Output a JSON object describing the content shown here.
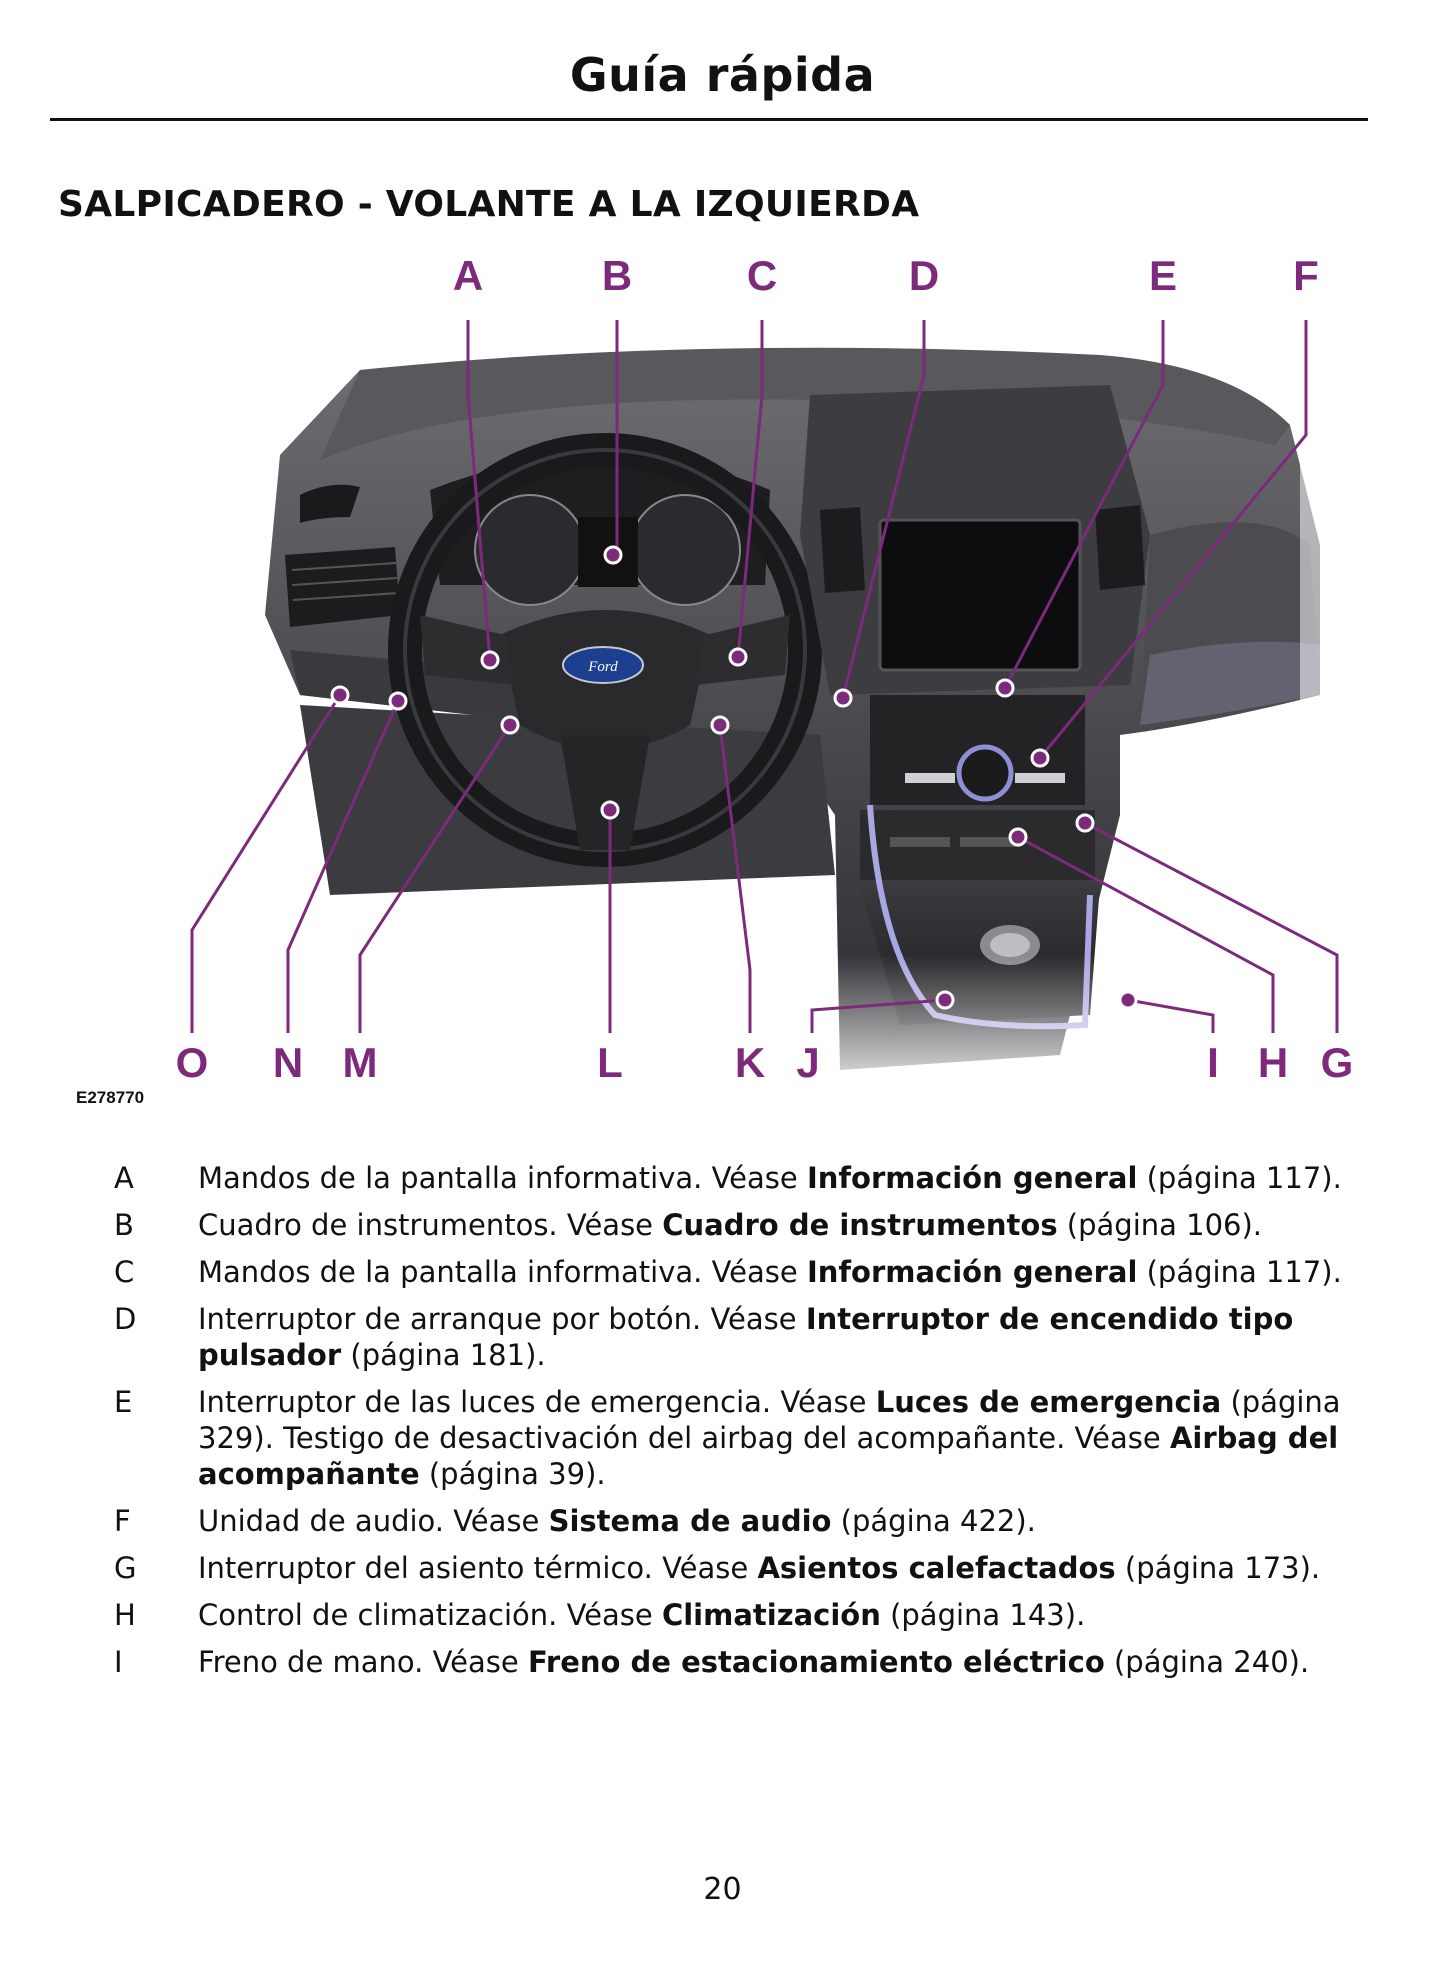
{
  "header": {
    "title": "Guía rápida"
  },
  "section": {
    "title": "SALPICADERO - VOLANTE A LA IZQUIERDA"
  },
  "figure": {
    "code": "E278770",
    "brand_badge": "Ford",
    "callout_color": "#7d2a7d",
    "top_labels": [
      "A",
      "B",
      "C",
      "D",
      "E",
      "F"
    ],
    "bottom_labels": [
      "O",
      "N",
      "M",
      "L",
      "K",
      "J",
      "I",
      "H",
      "G"
    ]
  },
  "legend": [
    {
      "letter": "A",
      "text_before": "Mandos de la pantalla informativa. Véase ",
      "ref": "Información general",
      "text_after": " (página 117)."
    },
    {
      "letter": "B",
      "text_before": "Cuadro de instrumentos. Véase ",
      "ref": "Cuadro de instrumentos",
      "text_after": " (página 106)."
    },
    {
      "letter": "C",
      "text_before": "Mandos de la pantalla informativa. Véase ",
      "ref": "Información general",
      "text_after": " (página 117)."
    },
    {
      "letter": "D",
      "text_before": "Interruptor de arranque por botón. Véase ",
      "ref": "Interruptor de encendido tipo pulsador",
      "text_after": "  (página 181)."
    },
    {
      "letter": "E",
      "text_before": "Interruptor de las luces de emergencia.  Véase ",
      "ref": "Luces de emergencia",
      "text_mid": " (página 329). Testigo de desactivación del airbag del acompañante. Véase ",
      "ref2": "Airbag del acompañante",
      "text_after": " (página 39)."
    },
    {
      "letter": "F",
      "text_before": "Unidad de audio. Véase ",
      "ref": "Sistema de audio",
      "text_after": "  (página 422)."
    },
    {
      "letter": "G",
      "text_before": "Interruptor del asiento térmico. Véase ",
      "ref": "Asientos calefactados",
      "text_after": " (página 173)."
    },
    {
      "letter": "H",
      "text_before": "Control de climatización. Véase ",
      "ref": "Climatización",
      "text_after": " (página 143)."
    },
    {
      "letter": "I",
      "text_before": "Freno de mano. Véase ",
      "ref": "Freno de estacionamiento eléctrico",
      "text_after": " (página 240)."
    }
  ],
  "footer": {
    "page_number": "20"
  }
}
